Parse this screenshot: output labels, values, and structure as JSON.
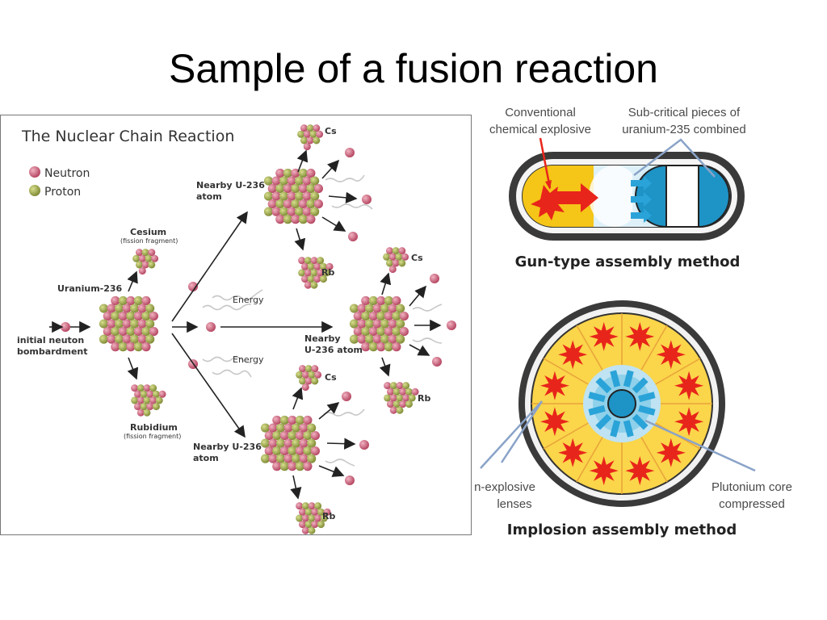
{
  "slide": {
    "title": "Sample of a fusion reaction"
  },
  "chain_reaction": {
    "title": "The Nuclear Chain Reaction",
    "legend": {
      "neutron": "Neutron",
      "proton": "Proton"
    },
    "colors": {
      "neutron": "#c9536e",
      "proton": "#8f9a3e",
      "arrow": "#222222",
      "energy": "#c8c8c8"
    },
    "labels": {
      "initial": [
        "initial neuton",
        "bombardment"
      ],
      "uranium": "Uranium-236",
      "cesium": "Cesium",
      "fission_fragment": "(fission fragment)",
      "rubidium": "Rubidium",
      "energy": "Energy",
      "nearby_top": [
        "Nearby U-236",
        "atom"
      ],
      "nearby_mid": [
        "Nearby",
        "U-236 atom"
      ],
      "nearby_bot": [
        "Nearby U-236",
        "atom"
      ],
      "cs": "Cs",
      "rb": "Rb"
    }
  },
  "gun_type": {
    "label_explosive": [
      "Conventional",
      "chemical explosive"
    ],
    "label_pieces": [
      "Sub-critical pieces of",
      "uranium-235 combined"
    ],
    "title": "Gun-type assembly method"
  },
  "implosion": {
    "label_lenses": [
      "n-explosive",
      "lenses"
    ],
    "label_core": [
      "Plutonium core",
      "compressed"
    ],
    "title": "Implosion assembly method"
  }
}
